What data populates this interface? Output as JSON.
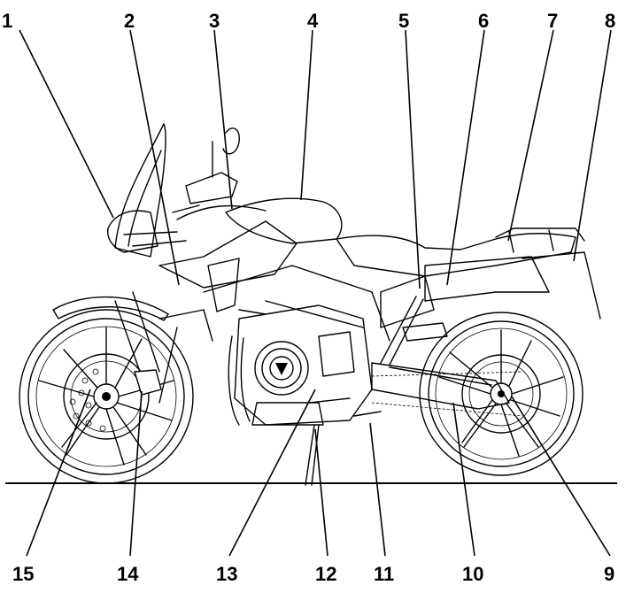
{
  "callouts": [
    "1",
    "2",
    "3",
    "4",
    "5",
    "6",
    "7",
    "8",
    "9",
    "10",
    "11",
    "12",
    "13",
    "14",
    "15"
  ],
  "colors": {
    "ink": "#000000",
    "paper": "#ffffff"
  },
  "emblem": "triumph-logo-icon"
}
